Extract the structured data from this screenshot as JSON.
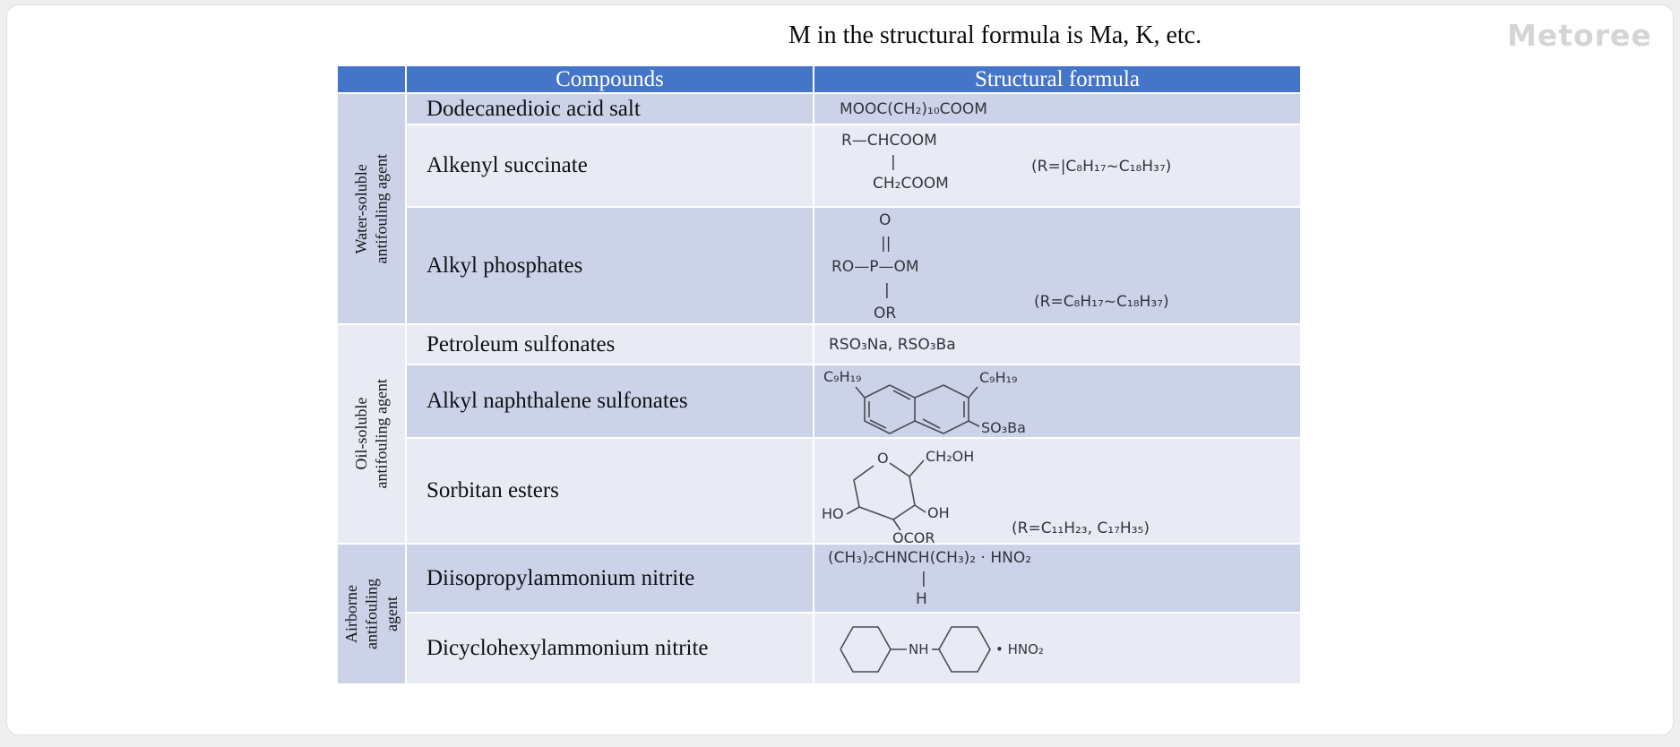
{
  "page": {
    "annotation": "M in the structural formula is Ma, K, etc.",
    "watermark": "Metoree",
    "colors": {
      "header_bg": "#4575c8",
      "row_dark": "#ccd3e8",
      "row_light": "#e9ebf4",
      "header_text": "#ffffff"
    }
  },
  "table": {
    "headers": {
      "compounds": "Compounds",
      "structural_formula": "Structural formula"
    },
    "groups": [
      {
        "lines": [
          "Water-soluble",
          "antifouling agent"
        ]
      },
      {
        "lines": [
          "Oil-soluble",
          "antifouling agent"
        ]
      },
      {
        "lines": [
          "Airborne",
          "antifouling",
          "agent"
        ]
      }
    ],
    "rows": [
      {
        "compound": "Dodecanedioic acid salt",
        "formula_lines": [
          "MOOC(CH₂)₁₀COOM"
        ]
      },
      {
        "compound": "Alkenyl succinate",
        "formula_lines": [
          "R—CHCOOM",
          "|",
          "CH₂COOM"
        ],
        "note": "(R=|C₈H₁₇~C₁₈H₃₇)"
      },
      {
        "compound": "Alkyl phosphates",
        "formula_lines": [
          "O",
          "||",
          "RO—P—OM",
          "|",
          "OR"
        ],
        "note": "(R=C₈H₁₇~C₁₈H₃₇)"
      },
      {
        "compound": "Petroleum sulfonates",
        "formula_lines": [
          "RSO₃Na, RSO₃Ba"
        ]
      },
      {
        "compound": "Alkyl naphthalene sulfonates",
        "labels": {
          "left": "C₉H₁₉",
          "right": "C₉H₁₉",
          "bottom": "SO₃Ba"
        }
      },
      {
        "compound": "Sorbitan esters",
        "labels": {
          "o": "O",
          "ch2oh": "CH₂OH",
          "ho": "HO",
          "oh": "OH",
          "ocor": "OCOR"
        },
        "note": "(R=C₁₁H₂₃, C₁₇H₃₅)"
      },
      {
        "compound": "Diisopropylammonium nitrite",
        "formula_lines": [
          "(CH₃)₂CHNCH(CH₃)₂ · HNO₂",
          "|",
          "H"
        ]
      },
      {
        "compound": "Dicyclohexylammonium nitrite",
        "labels": {
          "nh": "NH",
          "hno2": "• HNO₂"
        }
      }
    ]
  }
}
